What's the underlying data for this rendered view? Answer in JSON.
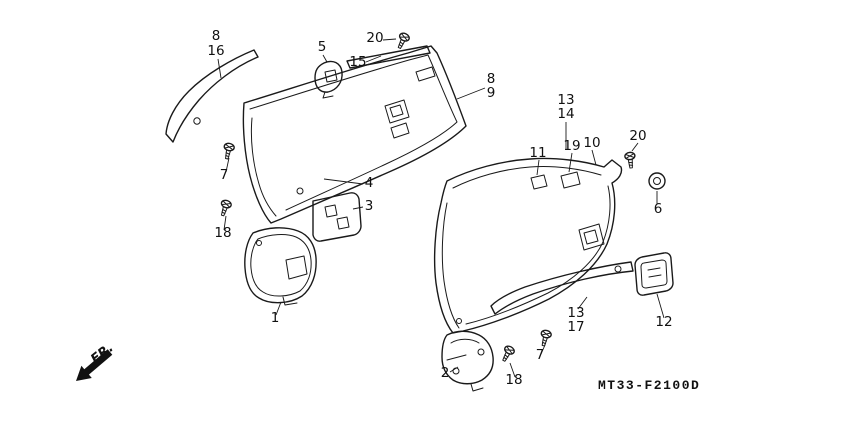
{
  "canvas": {
    "background": "#ffffff",
    "line_color": "#1a1a1a"
  },
  "diagram": {
    "code": "MT33-F2100D",
    "direction_label": "FR."
  },
  "icons": {
    "screw": "slotted-screw-icon",
    "grommet": "grommet-icon",
    "direction_arrow": "fr-direction-arrow"
  },
  "callouts": {
    "a8_top": "8",
    "a16": "16",
    "a5": "5",
    "a20_left": "20",
    "a15": "15",
    "a8_right": "8",
    "a9": "9",
    "a13_top": "13",
    "a14": "14",
    "a11": "11",
    "a19": "19",
    "a10": "10",
    "a20_right": "20",
    "a6": "6",
    "a7_left": "7",
    "a4": "4",
    "a3": "3",
    "a18_left": "18",
    "a1": "1",
    "a12": "12",
    "a13_bottom": "13",
    "a17": "17",
    "a2": "2",
    "a7_right": "7",
    "a18_right": "18"
  }
}
